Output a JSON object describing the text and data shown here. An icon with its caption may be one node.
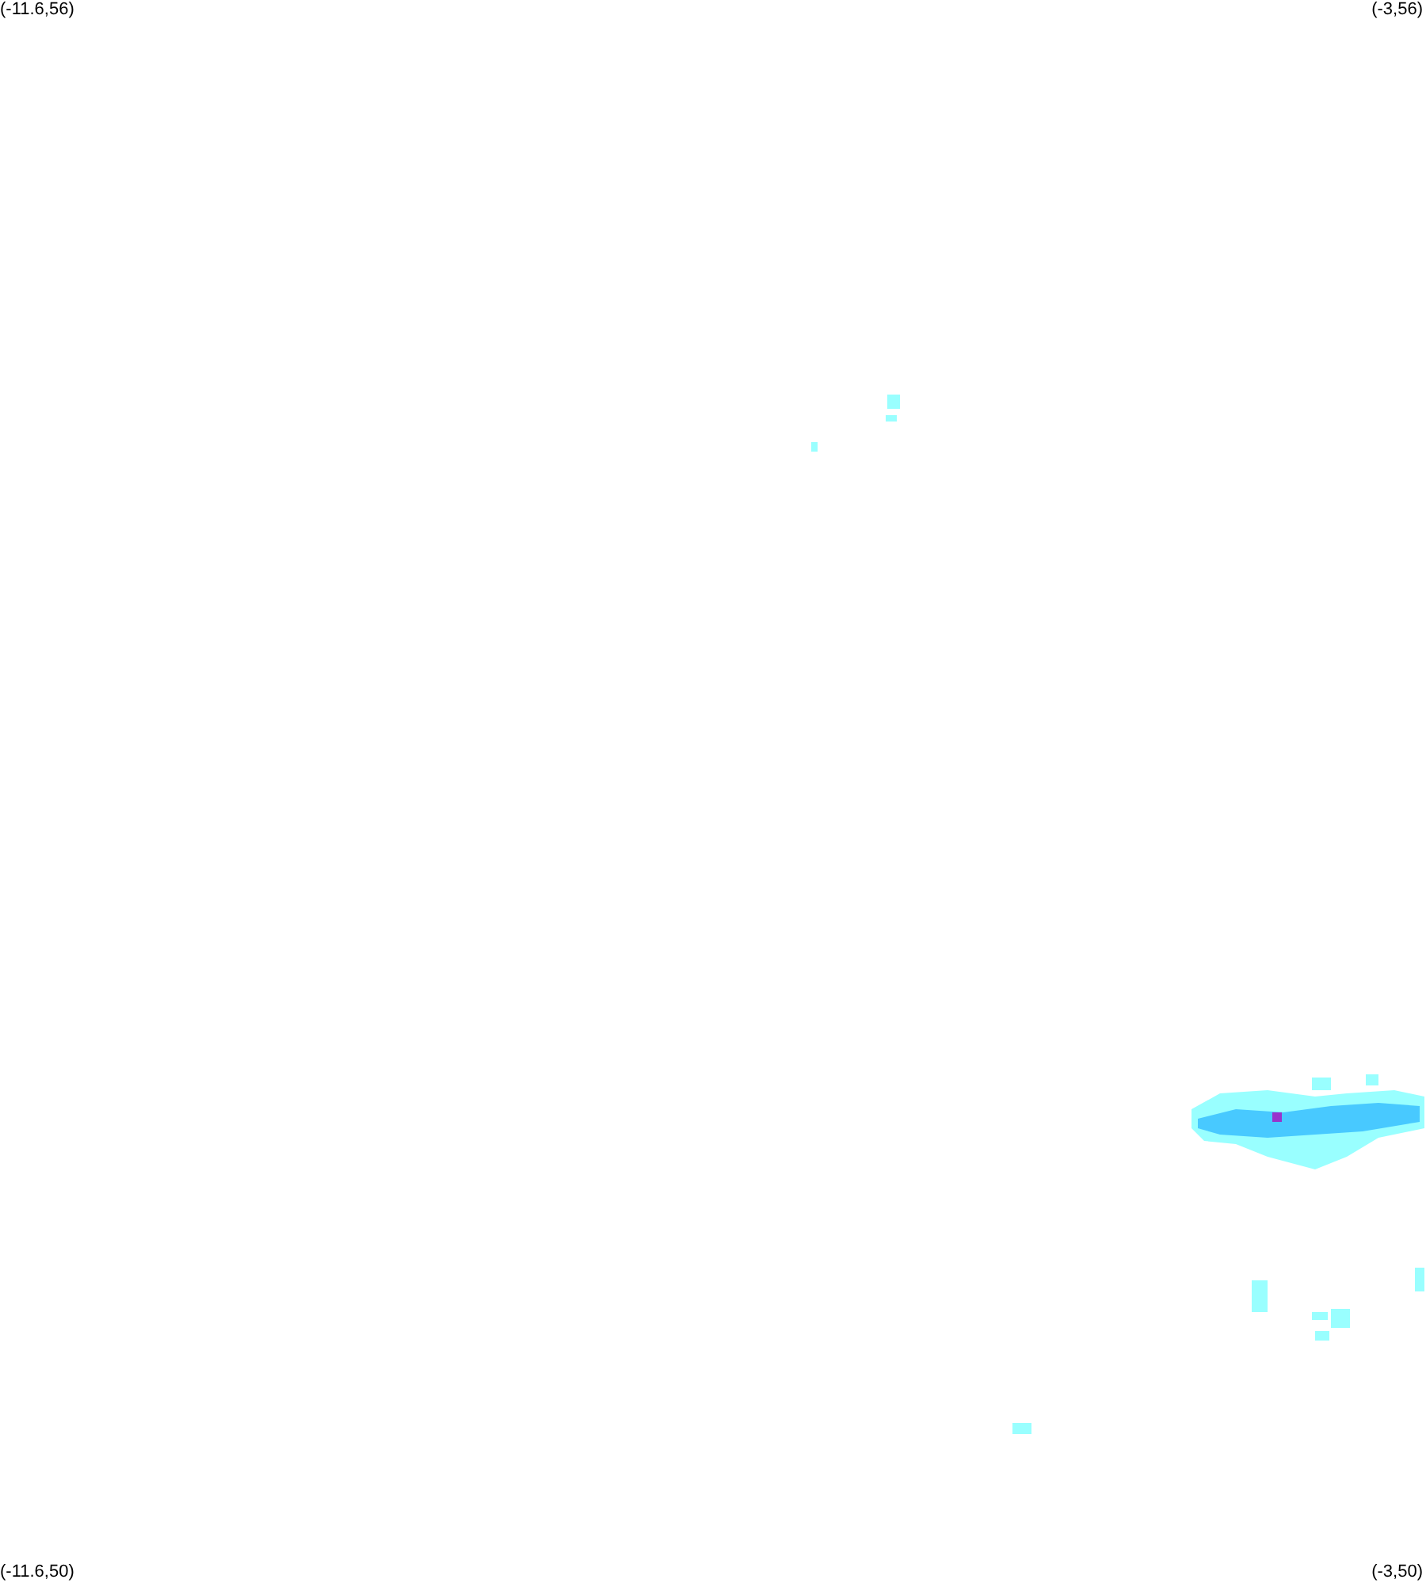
{
  "diagram": {
    "labels": [
      "(-11.6,56)",
      "(-3,56)",
      "(-11.6,50)",
      "(-3,50)"
    ]
  }
}
